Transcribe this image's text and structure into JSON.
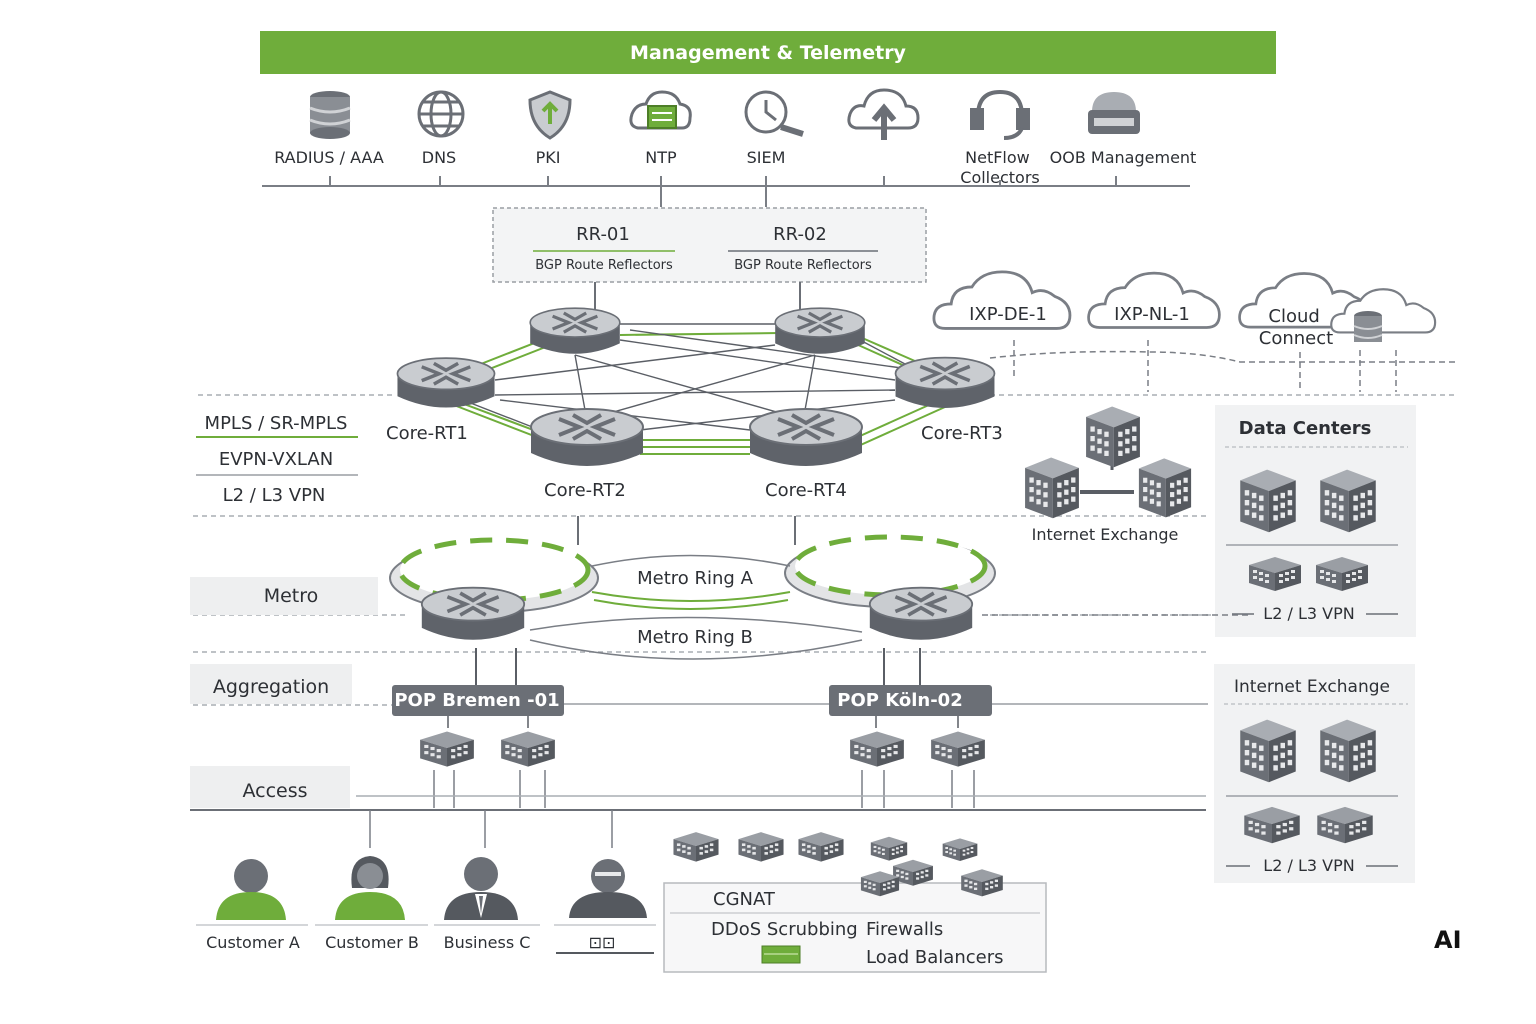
{
  "header": {
    "title": "Management & Telemetry"
  },
  "mgmt_services": [
    "RADIUS / AAA",
    "DNS",
    "PKI",
    "NTP",
    "SIEM",
    "",
    "NetFlow Collectors",
    "OOB Management"
  ],
  "route_reflectors": [
    {
      "name": "RR-01",
      "role": "BGP Route Reflectors"
    },
    {
      "name": "RR-02",
      "role": "BGP Route Reflectors"
    }
  ],
  "core_routers": [
    "Core-RT1",
    "Core-RT2",
    "Core-RT3",
    "Core-RT4"
  ],
  "tech_stack": [
    "MPLS / SR-MPLS",
    "EVPN-VXLAN",
    "L2 / L3 VPN"
  ],
  "peering": [
    {
      "name": "IXP-DE-1"
    },
    {
      "name": "IXP-NL-1"
    },
    {
      "name": "Cloud Connect"
    }
  ],
  "internet_exchange": {
    "label": "Internet Exchange"
  },
  "data_centers_panel": {
    "title": "Data Centers",
    "footer": "L2 / L3 VPN"
  },
  "ix_panel": {
    "title": "Internet Exchange",
    "footer": "L2 / L3 VPN"
  },
  "layers": {
    "metro": "Metro",
    "aggregation": "Aggregation",
    "access": "Access"
  },
  "metro_rings": [
    "Metro Ring A",
    "Metro Ring B"
  ],
  "pops": [
    "POP Bremen -01",
    "POP Köln-02"
  ],
  "customers": [
    "Customer A",
    "Customer B",
    "Business C",
    "⊡⊡"
  ],
  "services": {
    "cgnat": "CGNAT",
    "ddos": "DDoS Scrubbing",
    "firewalls": "Firewalls",
    "lb": "Load Balancers"
  },
  "colors": {
    "accent": "#6fad3b",
    "device": "#6b6f76",
    "line": "#5a5e65"
  },
  "watermark": "AI"
}
